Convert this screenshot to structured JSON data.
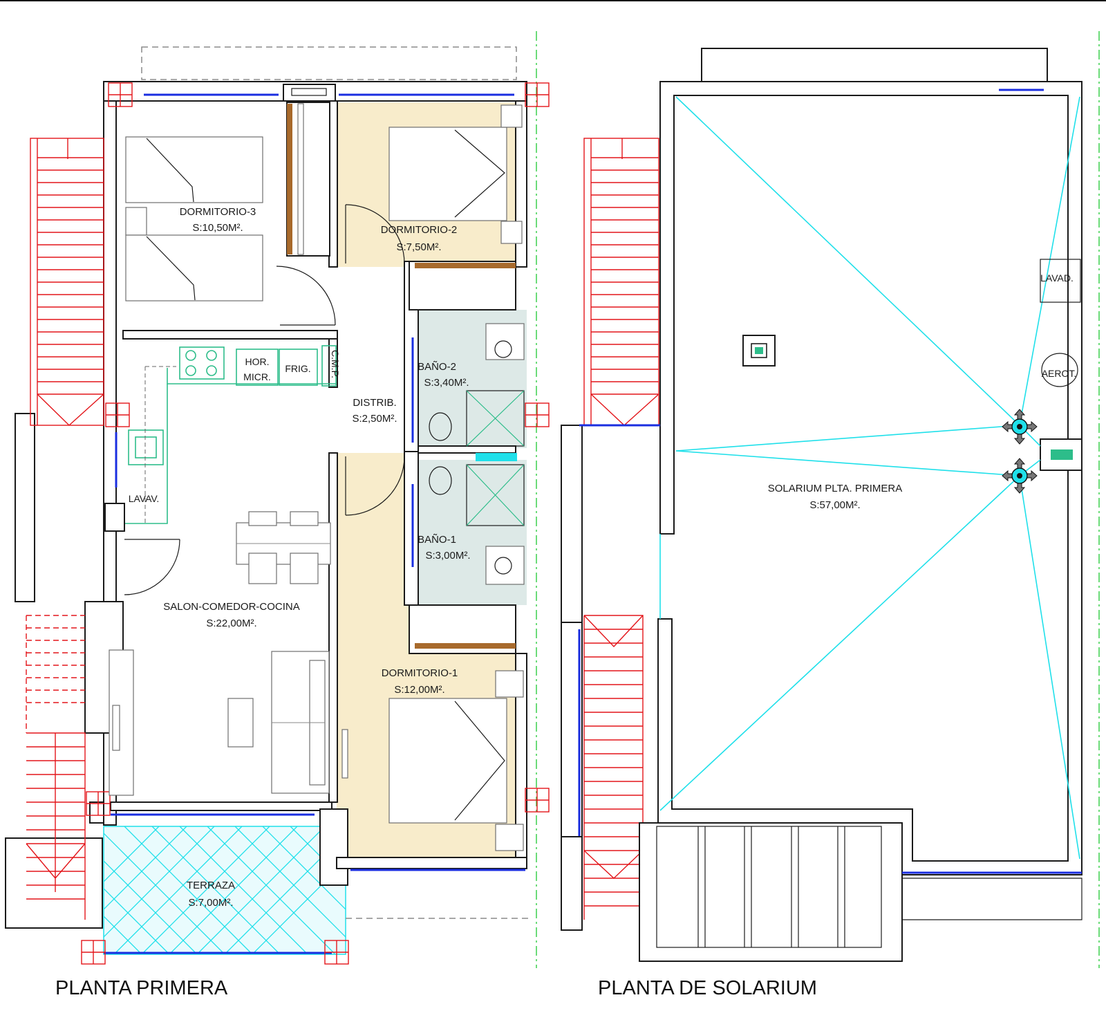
{
  "titles": {
    "left": "PLANTA PRIMERA",
    "right": "PLANTA DE SOLARIUM"
  },
  "rooms": {
    "dormitorio3": {
      "name": "DORMITORIO-3",
      "area": "S:10,50M²."
    },
    "dormitorio2": {
      "name": "DORMITORIO-2",
      "area": "S:7,50M²."
    },
    "distrib": {
      "name": "DISTRIB.",
      "area": "S:2,50M²."
    },
    "bano2": {
      "name": "BAÑO-2",
      "area": "S:3,40M²."
    },
    "bano1": {
      "name": "BAÑO-1",
      "area": "S:3,00M²."
    },
    "salon": {
      "name": "SALON-COMEDOR-COCINA",
      "area": "S:22,00M²."
    },
    "dormitorio1": {
      "name": "DORMITORIO-1",
      "area": "S:12,00M²."
    },
    "terraza": {
      "name": "TERRAZA",
      "area": "S:7,00M²."
    },
    "solarium": {
      "name": "SOLARIUM PLTA. PRIMERA",
      "area": "S:57,00M²."
    }
  },
  "fixtures": {
    "horno_1": "HOR.",
    "horno_2": "MICR.",
    "frig": "FRIG.",
    "cmp": "C.M.P.",
    "lavav": "LAVAV.",
    "lavad": "LAVAD.",
    "aerot": "AEROT."
  },
  "colors": {
    "bedroom_fill": "#f8eccb",
    "bath_fill": "#dde9e7",
    "wardrobe": "#a86a2c",
    "stair_red": "#e3151a",
    "glass_cyan": "#1fe0ea",
    "window_blue": "#1a2ee0",
    "kitchen_green": "#2dbd8a",
    "axis_green": "#2ecc40"
  }
}
